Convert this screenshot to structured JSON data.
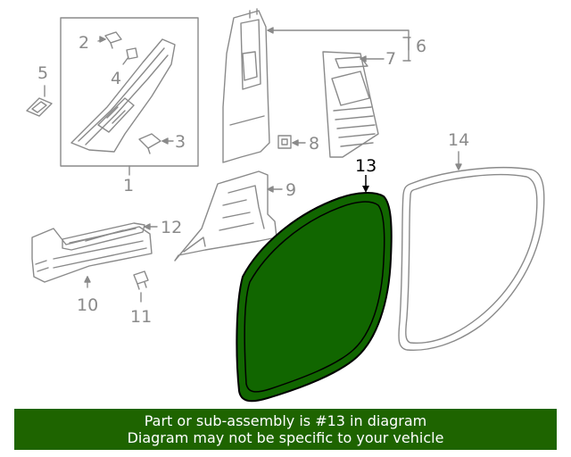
{
  "callouts": {
    "c1": "1",
    "c2": "2",
    "c3": "3",
    "c4": "4",
    "c5": "5",
    "c6": "6",
    "c7": "7",
    "c8": "8",
    "c9": "9",
    "c10": "10",
    "c11": "11",
    "c12": "12",
    "c13": "13",
    "c14": "14"
  },
  "highlighted_part": "13",
  "banner": {
    "line1": "Part or sub-assembly is #13 in diagram",
    "line2": "Diagram may not be specific to your vehicle"
  },
  "colors": {
    "highlight_fill": "#116600",
    "banner_bg": "#1e6400",
    "line_gray": "#8a8a8a"
  }
}
